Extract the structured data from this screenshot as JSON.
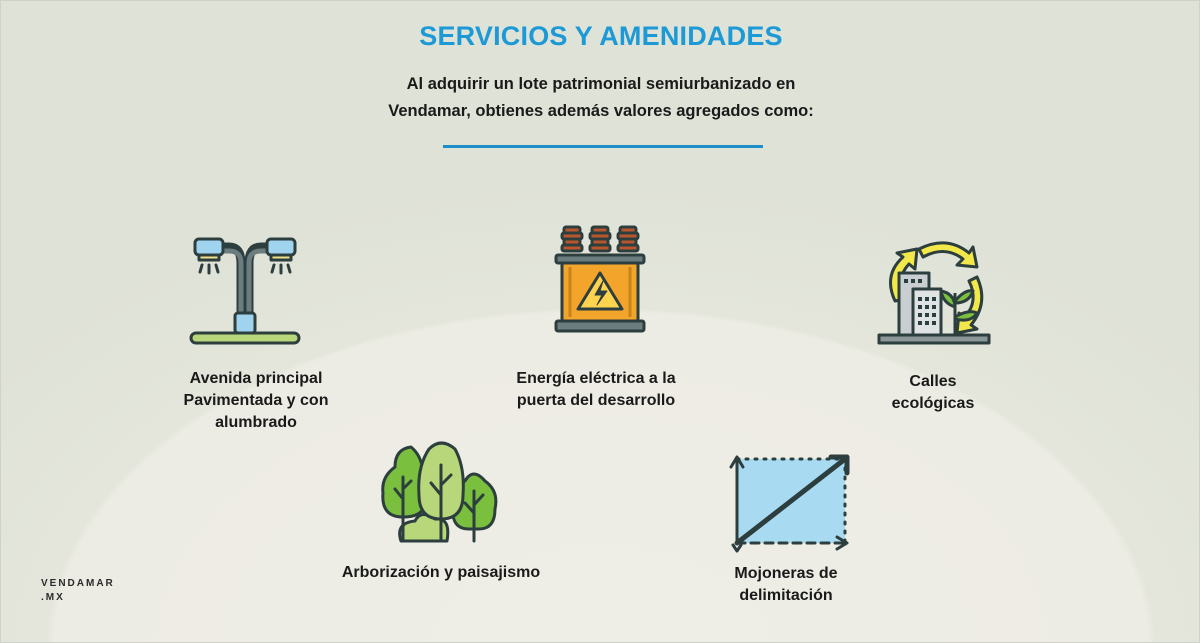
{
  "header": {
    "title": "SERVICIOS Y AMENIDADES",
    "subtitle_line1": "Al adquirir un lote patrimonial semiurbanizado en",
    "subtitle_line2": "Vendamar, obtienes además valores agregados como:"
  },
  "amenities": {
    "avenue": {
      "line1": "Avenida principal",
      "line2": "Pavimentada y con",
      "line3": "alumbrado",
      "icon": "street-lamp-icon"
    },
    "power": {
      "line1": "Energía eléctrica a la",
      "line2": "puerta del desarrollo",
      "icon": "transformer-icon"
    },
    "eco": {
      "line1": "Calles",
      "line2": "ecológicas",
      "icon": "eco-city-icon"
    },
    "trees": {
      "line1": "Arborización y paisajismo",
      "icon": "trees-icon"
    },
    "markers": {
      "line1": "Mojoneras de",
      "line2": "delimitación",
      "icon": "boundary-markers-icon"
    }
  },
  "logo": {
    "line1": "VENDAMAR",
    "line2": ".MX"
  },
  "colors": {
    "title": "#1d9ad6",
    "divider": "#1c8fc8",
    "icon_outline": "#2c3e3e"
  }
}
